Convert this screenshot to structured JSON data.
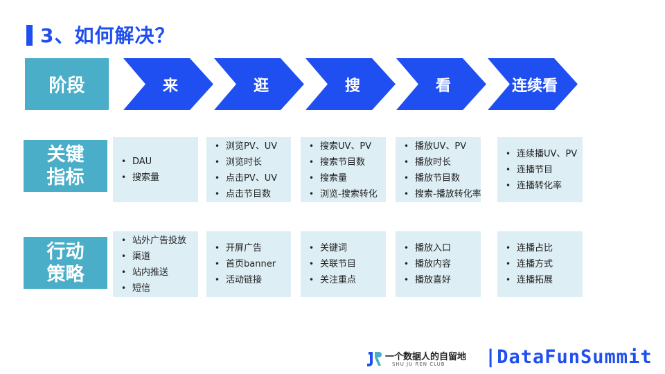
{
  "title": "3、如何解决？",
  "stage_label": "阶段",
  "stages": [
    "来",
    "逛",
    "搜",
    "看",
    "连续看"
  ],
  "rows": [
    {
      "label": "关键指标",
      "cards": [
        [
          "DAU",
          "搜索量"
        ],
        [
          "浏览PV、UV",
          "浏览时长",
          "点击PV、UV",
          "点击节目数"
        ],
        [
          "搜索UV、PV",
          "搜索节目数",
          "搜索量",
          "浏览-搜索转化"
        ],
        [
          "播放UV、PV",
          "播放时长",
          "播放节目数",
          "搜索-播放转化率"
        ],
        [
          "连续播UV、PV",
          "连播节目",
          "连播转化率"
        ]
      ]
    },
    {
      "label": "行动策略",
      "cards": [
        [
          "站外广告投放",
          "渠道",
          "站内推送",
          "短信"
        ],
        [
          "开屏广告",
          "首页banner",
          "活动链接"
        ],
        [
          "关键词",
          "关联节目",
          "关注重点"
        ],
        [
          "播放入口",
          "播放内容",
          "播放喜好"
        ],
        [
          "连播占比",
          "连播方式",
          "连播拓展"
        ]
      ]
    }
  ],
  "footer": {
    "club": "一个数据人的自留地",
    "club_sub": "SHU JU REN CLUB",
    "brand": "|DataFunSummit"
  },
  "colors": {
    "accent": "#1f4ff0",
    "label_bg": "#4aaec8",
    "card_bg": "#ddeef4"
  }
}
